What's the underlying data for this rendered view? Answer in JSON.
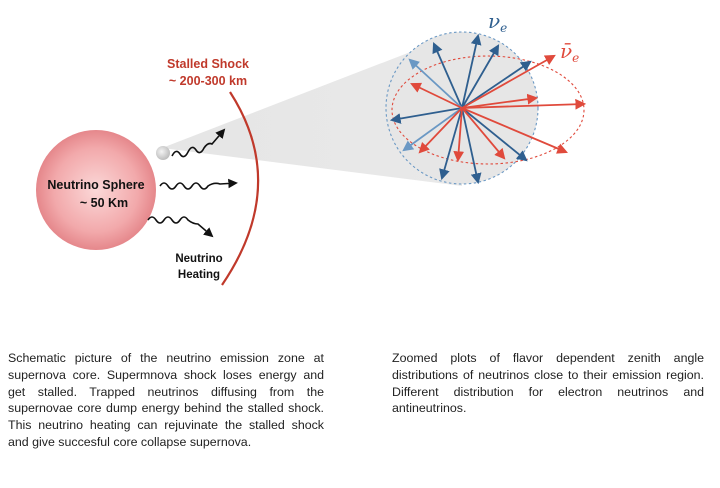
{
  "diagram": {
    "neutrino_sphere_label_line1": "Neutrino Sphere",
    "neutrino_sphere_label_line2": "~ 50 Km",
    "stalled_shock_label_line1": "Stalled Shock",
    "stalled_shock_label_line2": "~ 200-300 km",
    "neutrino_heating_label_line1": "Neutrino",
    "neutrino_heating_label_line2": "Heating",
    "nu_e_label": "ν",
    "nu_e_subscript": "e",
    "nu_e_bar_label": "ν̄",
    "nu_e_bar_subscript": "e",
    "colors": {
      "sphere_center": "#f8c8c8",
      "sphere_edge": "#e88a8e",
      "shock_arc": "#c0392b",
      "shock_text": "#c0392b",
      "nu_e_arrow": "#2f5f8f",
      "nu_e_light_arrow": "#6a98c4",
      "nu_e_bar_arrow": "#e04a3c",
      "nu_e_ellipse": "#6a98c4",
      "nu_e_bar_ellipse": "#e04a3c",
      "cone_fill": "#dcdcdc"
    }
  },
  "captions": {
    "left": "Schematic picture of the neutrino emission zone at supernova core. Supermnova shock loses energy and get stalled. Trapped neutrinos diffusing from the supernovae core dump energy behind the stalled shock. This neutrino heating can rejuvinate the stalled shock and give succesful core collapse supernova.",
    "right": "Zoomed plots of flavor dependent zenith angle distributions of neutrinos close to their emission region. Different distribution for electron neutrinos and antineutrinos."
  }
}
